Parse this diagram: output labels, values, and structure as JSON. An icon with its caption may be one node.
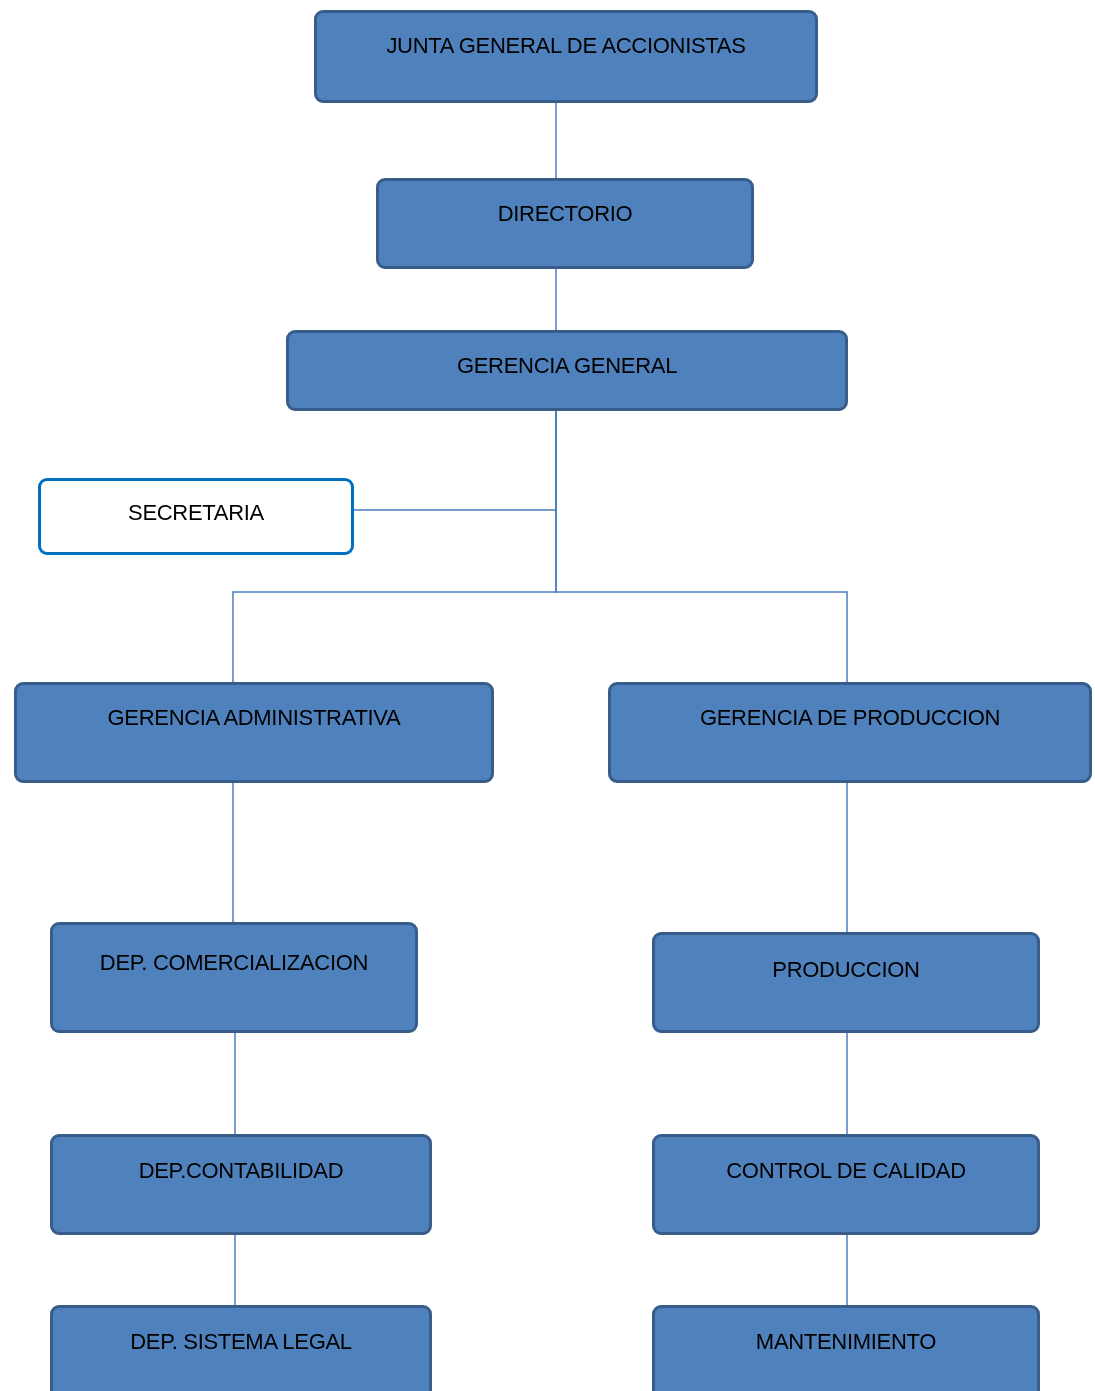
{
  "diagram": {
    "nodes": [
      {
        "text": [
          "JUNTA GENERAL DE ACCIONISTAS"
        ]
      },
      {
        "text": [
          "DIRECTORIO"
        ]
      },
      {
        "text": [
          "GERENCIA GENERAL"
        ]
      },
      {
        "text": [
          "SECRETARIA"
        ]
      },
      {
        "text": [
          "GERENCIA ADMINISTRATIVA"
        ]
      },
      {
        "text": [
          "GERENCIA DE PRODUCCION"
        ]
      },
      {
        "text": [
          "DEP. COMERCIALIZACION"
        ]
      },
      {
        "text": [
          "PRODUCCION"
        ]
      },
      {
        "text": [
          "DEP.CONTABILIDAD"
        ]
      },
      {
        "text": [
          "CONTROL DE CALIDAD"
        ]
      },
      {
        "text": [
          "DEP. SISTEMA LEGAL"
        ]
      },
      {
        "text": [
          "MANTENIMIENTO"
        ]
      }
    ],
    "edges": [
      {
        "from": 0,
        "to": 1,
        "arrow": "none"
      },
      {
        "from": 1,
        "to": 2,
        "arrow": "none"
      },
      {
        "from": 2,
        "to": 3,
        "arrow": "none"
      },
      {
        "from": 2,
        "to": 4,
        "arrow": "none"
      },
      {
        "from": 2,
        "to": 5,
        "arrow": "none"
      },
      {
        "from": 4,
        "to": 6,
        "arrow": "none"
      },
      {
        "from": 6,
        "to": 8,
        "arrow": "none"
      },
      {
        "from": 8,
        "to": 10,
        "arrow": "none"
      },
      {
        "from": 5,
        "to": 7,
        "arrow": "none"
      },
      {
        "from": 7,
        "to": 9,
        "arrow": "none"
      },
      {
        "from": 9,
        "to": 11,
        "arrow": "none"
      }
    ]
  }
}
